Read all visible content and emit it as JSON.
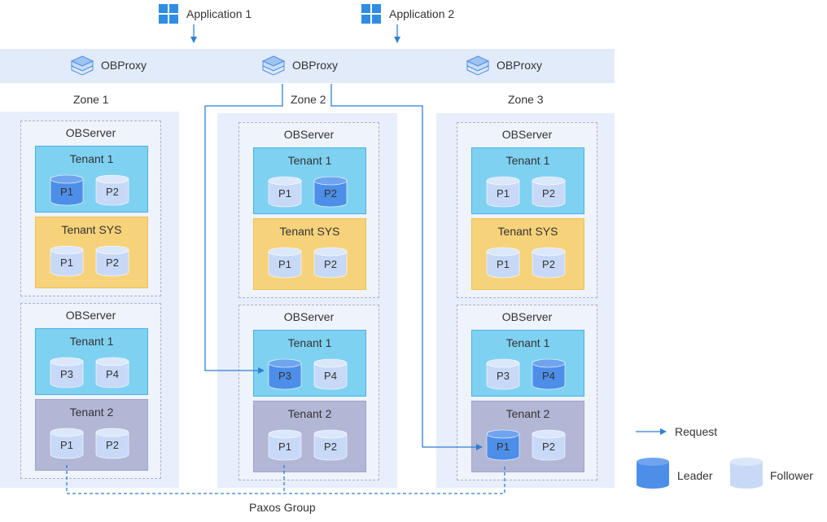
{
  "applications": [
    {
      "label": "Application 1"
    },
    {
      "label": "Application 2"
    }
  ],
  "proxies": [
    {
      "label": "OBProxy"
    },
    {
      "label": "OBProxy"
    },
    {
      "label": "OBProxy"
    }
  ],
  "zones": [
    {
      "label": "Zone 1",
      "servers": [
        {
          "label": "OBServer",
          "tenants": [
            {
              "label": "Tenant 1",
              "kind": "blue",
              "partitions": [
                {
                  "label": "P1",
                  "role": "leader"
                },
                {
                  "label": "P2",
                  "role": "follower"
                }
              ]
            },
            {
              "label": "Tenant SYS",
              "kind": "sys",
              "partitions": [
                {
                  "label": "P1",
                  "role": "follower"
                },
                {
                  "label": "P2",
                  "role": "follower"
                }
              ]
            }
          ]
        },
        {
          "label": "OBServer",
          "tenants": [
            {
              "label": "Tenant 1",
              "kind": "blue",
              "partitions": [
                {
                  "label": "P3",
                  "role": "follower"
                },
                {
                  "label": "P4",
                  "role": "follower"
                }
              ]
            },
            {
              "label": "Tenant 2",
              "kind": "two",
              "partitions": [
                {
                  "label": "P1",
                  "role": "follower"
                },
                {
                  "label": "P2",
                  "role": "follower"
                }
              ]
            }
          ]
        }
      ]
    },
    {
      "label": "Zone 2",
      "servers": [
        {
          "label": "OBServer",
          "tenants": [
            {
              "label": "Tenant 1",
              "kind": "blue",
              "partitions": [
                {
                  "label": "P1",
                  "role": "follower"
                },
                {
                  "label": "P2",
                  "role": "leader"
                }
              ]
            },
            {
              "label": "Tenant SYS",
              "kind": "sys",
              "partitions": [
                {
                  "label": "P1",
                  "role": "follower"
                },
                {
                  "label": "P2",
                  "role": "follower"
                }
              ]
            }
          ]
        },
        {
          "label": "OBServer",
          "tenants": [
            {
              "label": "Tenant 1",
              "kind": "blue",
              "partitions": [
                {
                  "label": "P3",
                  "role": "leader"
                },
                {
                  "label": "P4",
                  "role": "follower"
                }
              ]
            },
            {
              "label": "Tenant 2",
              "kind": "two",
              "partitions": [
                {
                  "label": "P1",
                  "role": "follower"
                },
                {
                  "label": "P2",
                  "role": "follower"
                }
              ]
            }
          ]
        }
      ]
    },
    {
      "label": "Zone 3",
      "servers": [
        {
          "label": "OBServer",
          "tenants": [
            {
              "label": "Tenant 1",
              "kind": "blue",
              "partitions": [
                {
                  "label": "P1",
                  "role": "follower"
                },
                {
                  "label": "P2",
                  "role": "follower"
                }
              ]
            },
            {
              "label": "Tenant SYS",
              "kind": "sys",
              "partitions": [
                {
                  "label": "P1",
                  "role": "follower"
                },
                {
                  "label": "P2",
                  "role": "follower"
                }
              ]
            }
          ]
        },
        {
          "label": "OBServer",
          "tenants": [
            {
              "label": "Tenant 1",
              "kind": "blue",
              "partitions": [
                {
                  "label": "P3",
                  "role": "follower"
                },
                {
                  "label": "P4",
                  "role": "leader"
                }
              ]
            },
            {
              "label": "Tenant 2",
              "kind": "two",
              "partitions": [
                {
                  "label": "P1",
                  "role": "leader"
                },
                {
                  "label": "P2",
                  "role": "follower"
                }
              ]
            }
          ]
        }
      ]
    }
  ],
  "paxos_label": "Paxos Group",
  "legend": {
    "request": "Request",
    "leader": "Leader",
    "follower": "Follower"
  },
  "colors": {
    "leader": "#4d8ee8",
    "follower": "#c7d9f7",
    "arrow": "#2f7fd1"
  }
}
